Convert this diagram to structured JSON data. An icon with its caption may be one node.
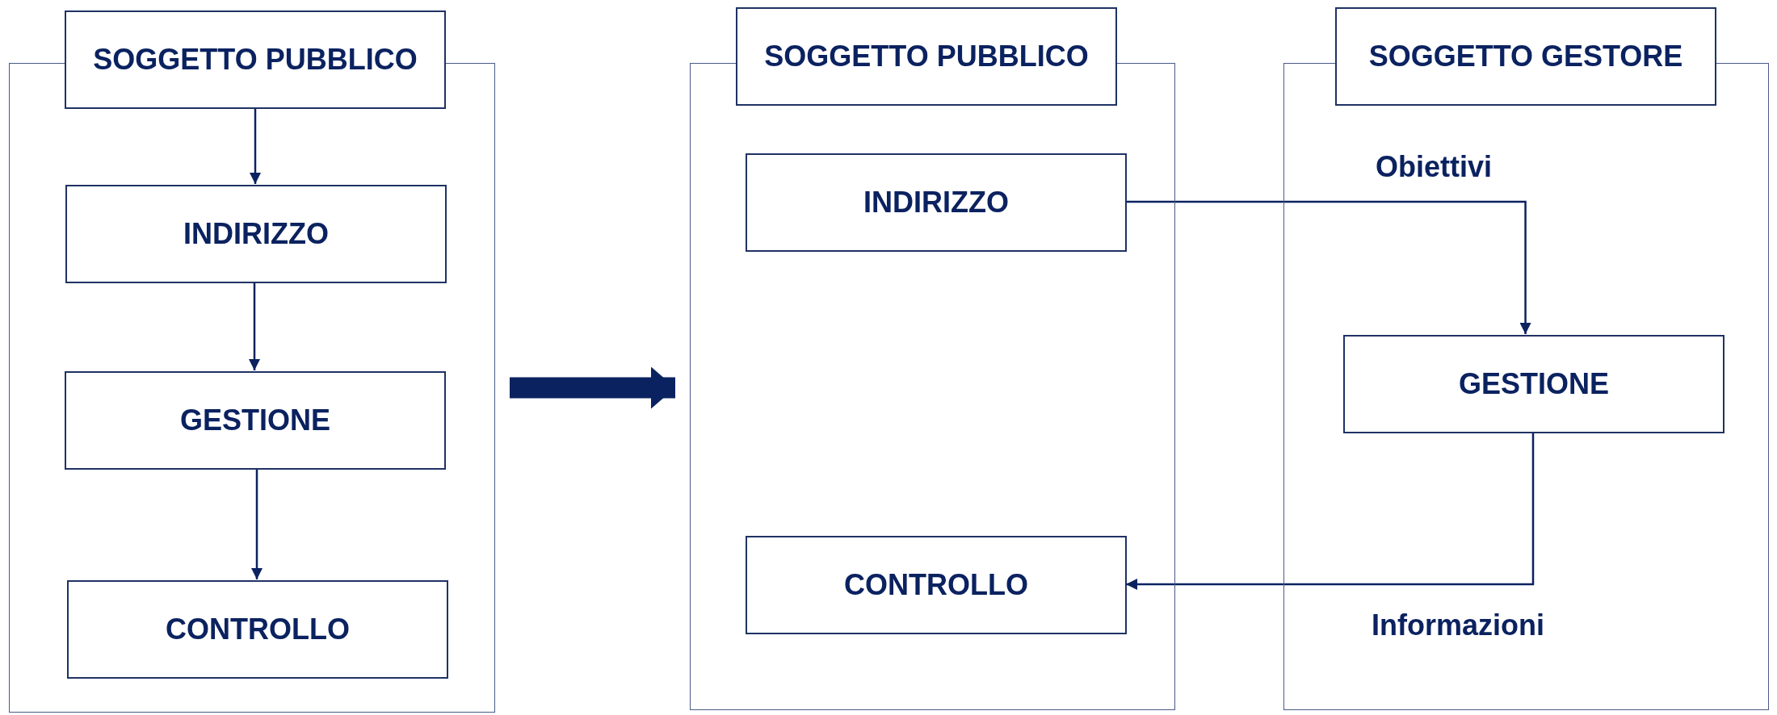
{
  "diagram": {
    "nodes": [
      {
        "text": [],
        "shape": "box"
      },
      {
        "text": [
          "SOGGETTO PUBBLICO"
        ]
      },
      {
        "text": [
          "INDIRIZZO"
        ],
        "in": 0
      },
      {
        "text": [
          "GESTIONE"
        ],
        "in": 0
      },
      {
        "text": [
          "CONTROLLO"
        ],
        "in": 0
      },
      {
        "text": [],
        "shape": "box"
      },
      {
        "text": [
          "SOGGETTO PUBBLICO"
        ]
      },
      {
        "text": [
          "INDIRIZZO"
        ],
        "in": 5
      },
      {
        "text": [
          "CONTROLLO"
        ],
        "in": 5
      },
      {
        "text": [],
        "shape": "box"
      },
      {
        "text": [
          "SOGGETTO GESTORE"
        ]
      },
      {
        "text": [
          "GESTIONE"
        ],
        "in": 9
      }
    ],
    "edges": [
      {
        "from": 1,
        "to": 2,
        "arrow": "to"
      },
      {
        "from": 2,
        "to": 3,
        "arrow": "to"
      },
      {
        "from": 3,
        "to": 4,
        "arrow": "to"
      },
      {
        "from": 0,
        "to": 5,
        "arrow": "to",
        "style": "thick"
      },
      {
        "from": 7,
        "to": 11,
        "arrow": "to",
        "label": "Obiettivi"
      },
      {
        "from": 11,
        "to": 8,
        "arrow": "to",
        "label": "Informazioni"
      }
    ]
  }
}
